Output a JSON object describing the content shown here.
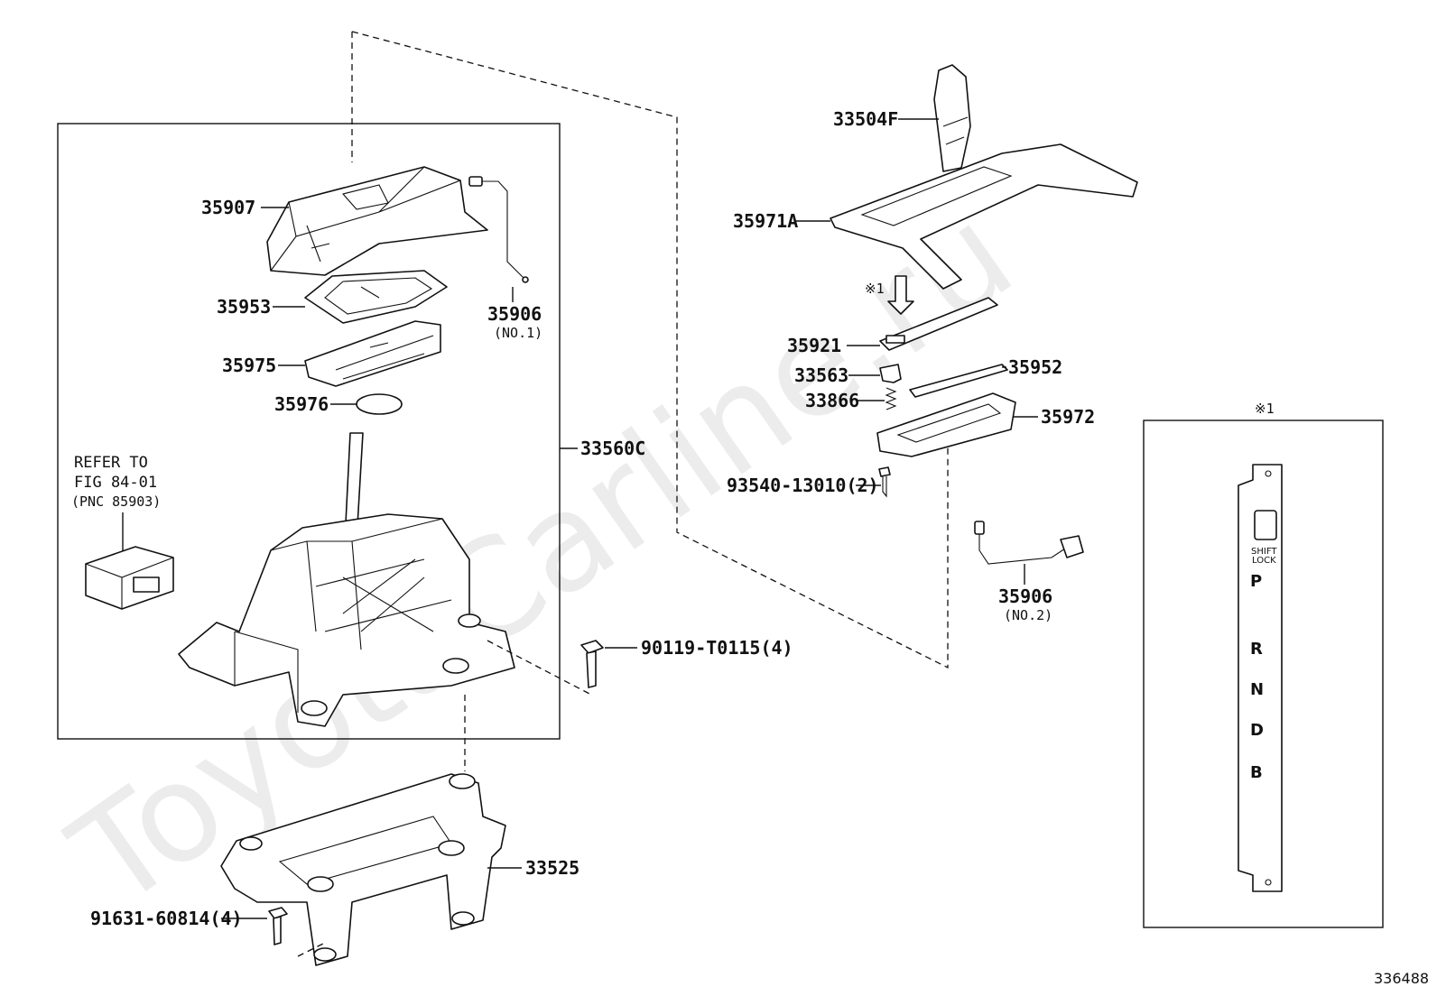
{
  "watermark": "ToyotaCarline.ru",
  "diagram_id": "336488",
  "labels": {
    "p35907": "35907",
    "p35953": "35953",
    "p35906_1": "35906",
    "p35906_1_note": "(NO.1)",
    "p35975": "35975",
    "p35976": "35976",
    "p33560c": "33560C",
    "refer_1": "REFER TO",
    "refer_2": "FIG 84-01",
    "refer_3": "(PNC 85903)",
    "p90119": "90119-T0115(4)",
    "p33525": "33525",
    "p91631": "91631-60814(4)",
    "p33504f": "33504F",
    "p35971a": "35971A",
    "note_mark": "※1",
    "p35921": "35921",
    "p33563": "33563",
    "p35952": "35952",
    "p33866": "33866",
    "p35972": "35972",
    "p93540": "93540-13010(2)",
    "p35906_2": "35906",
    "p35906_2_note": "(NO.2)"
  },
  "inset": {
    "title": "※1",
    "shift_lock_1": "SHIFT",
    "shift_lock_2": "LOCK",
    "gears": [
      "P",
      "R",
      "N",
      "D",
      "B"
    ]
  }
}
